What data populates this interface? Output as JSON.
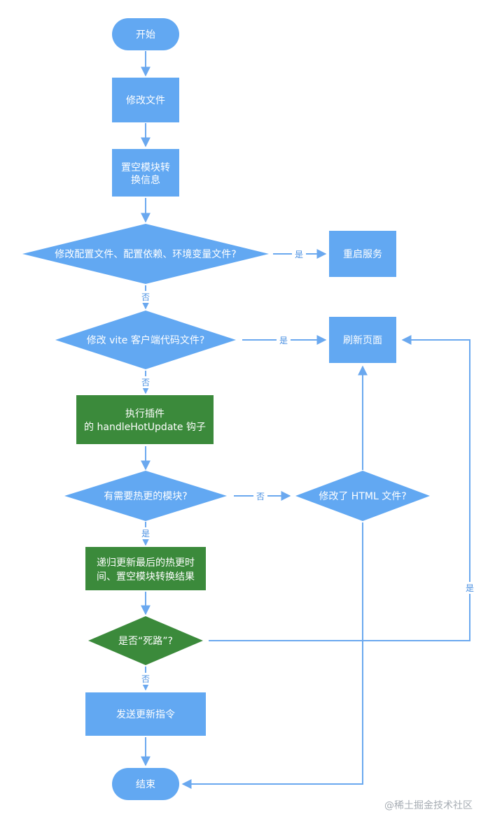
{
  "colors": {
    "blue": "#62a8f2",
    "green": "#3b8a3b",
    "line": "#6aa8ef",
    "label": "#4a90e2"
  },
  "nodes": {
    "start": "开始",
    "modify_file": "修改文件",
    "clear_info": [
      "置空模块转",
      "换信息"
    ],
    "check_config": "修改配置文件、配置依赖、环境变量文件?",
    "restart_server": "重启服务",
    "check_client": "修改 vite 客户端代码文件?",
    "reload_page": "刷新页面",
    "run_plugin": [
      "执行插件",
      "的 handleHotUpdate 钩子"
    ],
    "check_hmr_modules": "有需要热更的模块?",
    "check_html": "修改了 HTML 文件?",
    "update_time": [
      "递归更新最后的热更时",
      "间、置空模块转换结果"
    ],
    "check_dead_end": "是否“死路”?",
    "send_update": "发送更新指令",
    "end": "结束"
  },
  "labels": {
    "config_yes": "是",
    "config_no": "否",
    "client_yes": "是",
    "client_no": "否",
    "hmr_no": "否",
    "hmr_yes": "是",
    "dead_yes": "是",
    "dead_no": "否"
  },
  "watermark": "@稀土掘金技术社区"
}
